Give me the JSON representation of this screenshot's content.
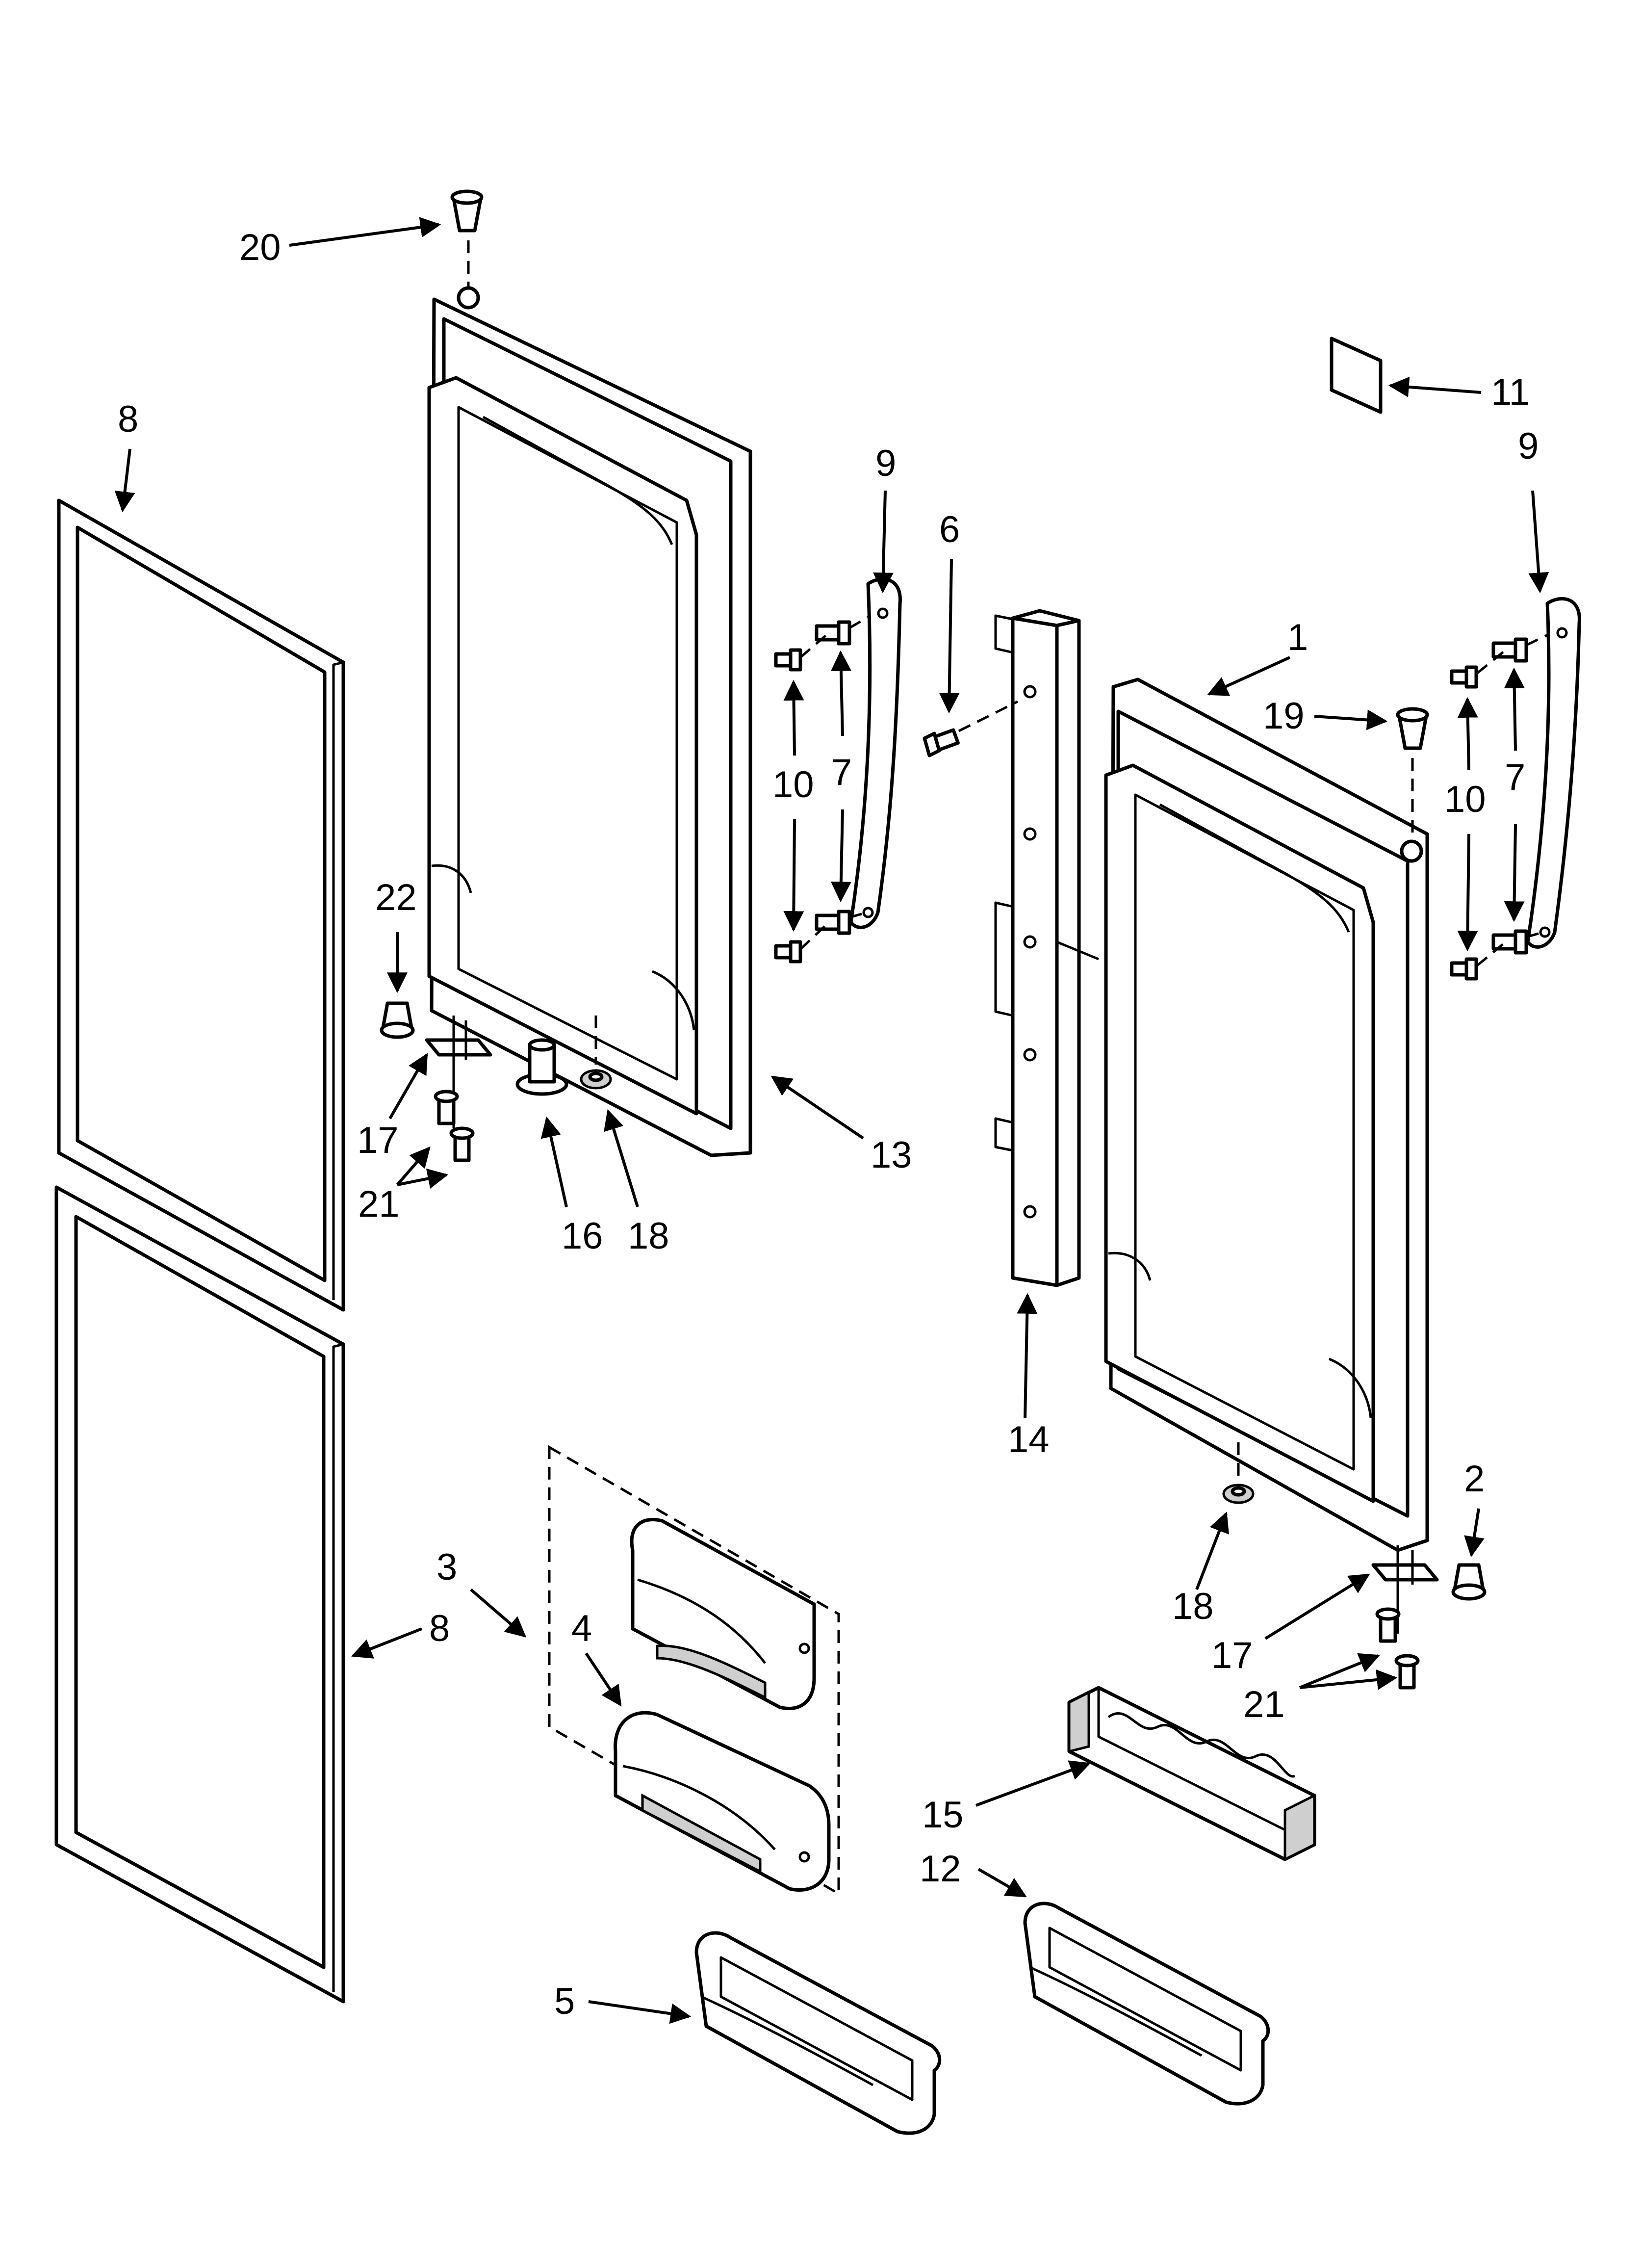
{
  "diagram": {
    "labels": {
      "l1": "1",
      "l2": "2",
      "l3": "3",
      "l4": "4",
      "l5": "5",
      "l6": "6",
      "l7a": "7",
      "l7b": "7",
      "l8a": "8",
      "l8b": "8",
      "l9a": "9",
      "l9b": "9",
      "l10a": "10",
      "l10b": "10",
      "l11": "11",
      "l12": "12",
      "l13": "13",
      "l14": "14",
      "l15": "15",
      "l16": "16",
      "l17a": "17",
      "l17b": "17",
      "l18a": "18",
      "l18b": "18",
      "l19": "19",
      "l20": "20",
      "l21a": "21",
      "l21b": "21",
      "l22": "22"
    }
  }
}
